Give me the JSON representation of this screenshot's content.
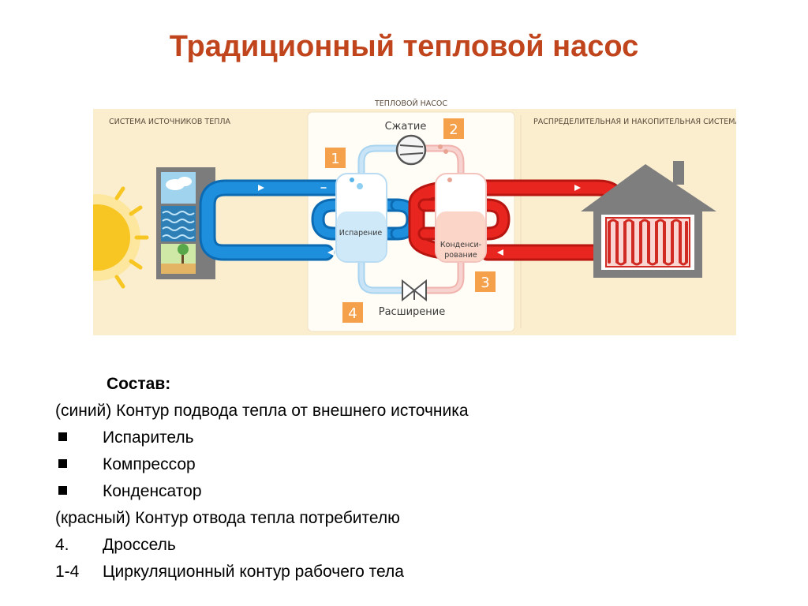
{
  "title": "Традиционный тепловой насос",
  "diagram": {
    "label_heat_pump": "ТЕПЛОВОЙ НАСОС",
    "label_source_system": "СИСТЕМА ИСТОЧНИКОВ ТЕПЛА",
    "label_distribution_system": "РАСПРЕДЕЛИТЕЛЬНАЯ И НАКОПИТЕЛЬНАЯ СИСТЕМА",
    "step_1": "1",
    "step_2": "2",
    "step_3": "3",
    "step_4": "4",
    "label_compression": "Сжатие",
    "label_evaporation": "Испарение",
    "label_condensation_1": "Конденси-",
    "label_condensation_2": "рование",
    "label_expansion": "Расширение",
    "colors": {
      "cold_loop": "#1e8fdd",
      "hot_loop": "#e8261f",
      "step_badge": "#f5a04a",
      "background": "#fbeecf",
      "title": "#c0441c"
    }
  },
  "composition": {
    "heading": "Состав:",
    "items": [
      {
        "marker": "",
        "text": "(синий)  Контур подвода тепла от внешнего источника"
      },
      {
        "marker": "■",
        "text": "Испаритель"
      },
      {
        "marker": "■",
        "text": "Компрессор"
      },
      {
        "marker": "■",
        "text": "Конденсатор"
      },
      {
        "marker": "",
        "text": "(красный) Контур отвода тепла потребителю"
      },
      {
        "marker": "4.",
        "text": "Дроссель"
      },
      {
        "marker": "1-4",
        "text": "Циркуляционный контур рабочего тела"
      }
    ]
  }
}
